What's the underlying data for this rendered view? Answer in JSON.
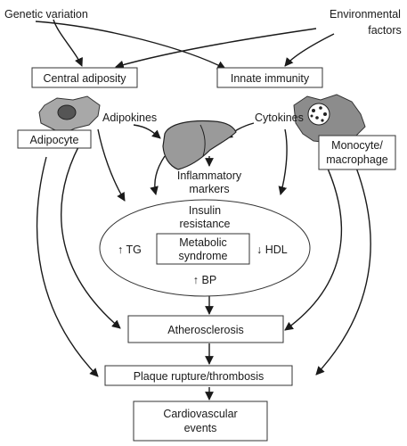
{
  "nodes": {
    "genetic_variation": "Genetic variation",
    "environmental_factors": [
      "Environmental",
      "factors"
    ],
    "central_adiposity": "Central adiposity",
    "innate_immunity": "Innate immunity",
    "adipokines": "Adipokines",
    "cytokines": "Cytokines",
    "adipocyte": "Adipocyte",
    "monocyte_macrophage": [
      "Monocyte/",
      "macrophage"
    ],
    "inflammatory_markers": [
      "Inflammatory",
      "markers"
    ],
    "insulin_resistance": [
      "Insulin",
      "resistance"
    ],
    "up_tg": "↑ TG",
    "metabolic_syndrome": [
      "Metabolic",
      "syndrome"
    ],
    "down_hdl": "↓ HDL",
    "up_bp": "↑ BP",
    "atherosclerosis": "Atherosclerosis",
    "plaque_rupture": "Plaque rupture/thrombosis",
    "cardiovascular_events": [
      "Cardiovascular",
      "events"
    ]
  },
  "edges": [
    {
      "from": "Genetic variation",
      "to": "Central adiposity"
    },
    {
      "from": "Genetic variation",
      "to": "Innate immunity"
    },
    {
      "from": "Environmental factors",
      "to": "Central adiposity"
    },
    {
      "from": "Environmental factors",
      "to": "Innate immunity"
    },
    {
      "from": "Adipokines",
      "to": "Liver"
    },
    {
      "from": "Cytokines",
      "to": "Liver"
    },
    {
      "from": "Liver",
      "to": "Inflammatory markers"
    },
    {
      "from": "Adipokines",
      "to": "Insulin resistance"
    },
    {
      "from": "Cytokines",
      "to": "Insulin resistance"
    },
    {
      "from": "Adipocyte",
      "to": "Atherosclerosis"
    },
    {
      "from": "Monocyte/macrophage",
      "to": "Atherosclerosis"
    },
    {
      "from": "Metabolic syndrome",
      "to": "Atherosclerosis"
    },
    {
      "from": "Atherosclerosis",
      "to": "Plaque rupture/thrombosis"
    },
    {
      "from": "Adipocyte",
      "to": "Plaque rupture/thrombosis"
    },
    {
      "from": "Monocyte/macrophage",
      "to": "Plaque rupture/thrombosis"
    },
    {
      "from": "Plaque rupture/thrombosis",
      "to": "Cardiovascular events"
    }
  ],
  "colors": {
    "ink": "#1a1a1a",
    "cell_fill": "#a8a8a8",
    "nucleus_fill": "#555555",
    "liver_fill": "#9a9a9a"
  }
}
